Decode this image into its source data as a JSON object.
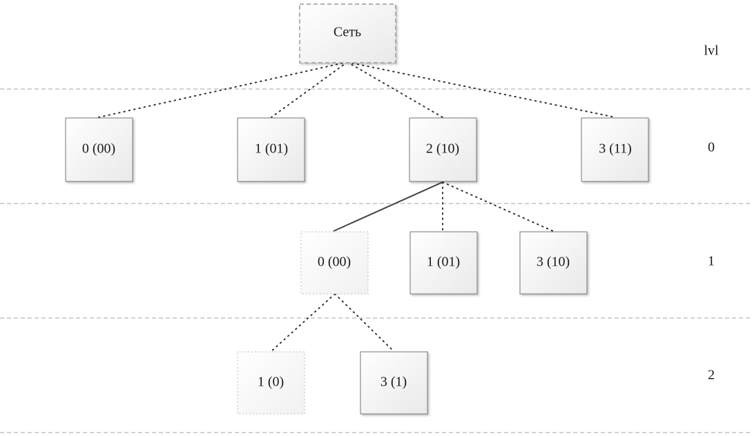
{
  "level_header": "lvl",
  "levels": [
    "0",
    "1",
    "2"
  ],
  "root": {
    "label": "Сеть"
  },
  "level0": [
    {
      "label": "0 (00)"
    },
    {
      "label": "1 (01)"
    },
    {
      "label": "2 (10)"
    },
    {
      "label": "3 (11)"
    }
  ],
  "level1": [
    {
      "label": "0 (00)"
    },
    {
      "label": "1 (01)"
    },
    {
      "label": "3 (10)"
    }
  ],
  "level2": [
    {
      "label": "1 (0)"
    },
    {
      "label": "3 (1)"
    }
  ]
}
